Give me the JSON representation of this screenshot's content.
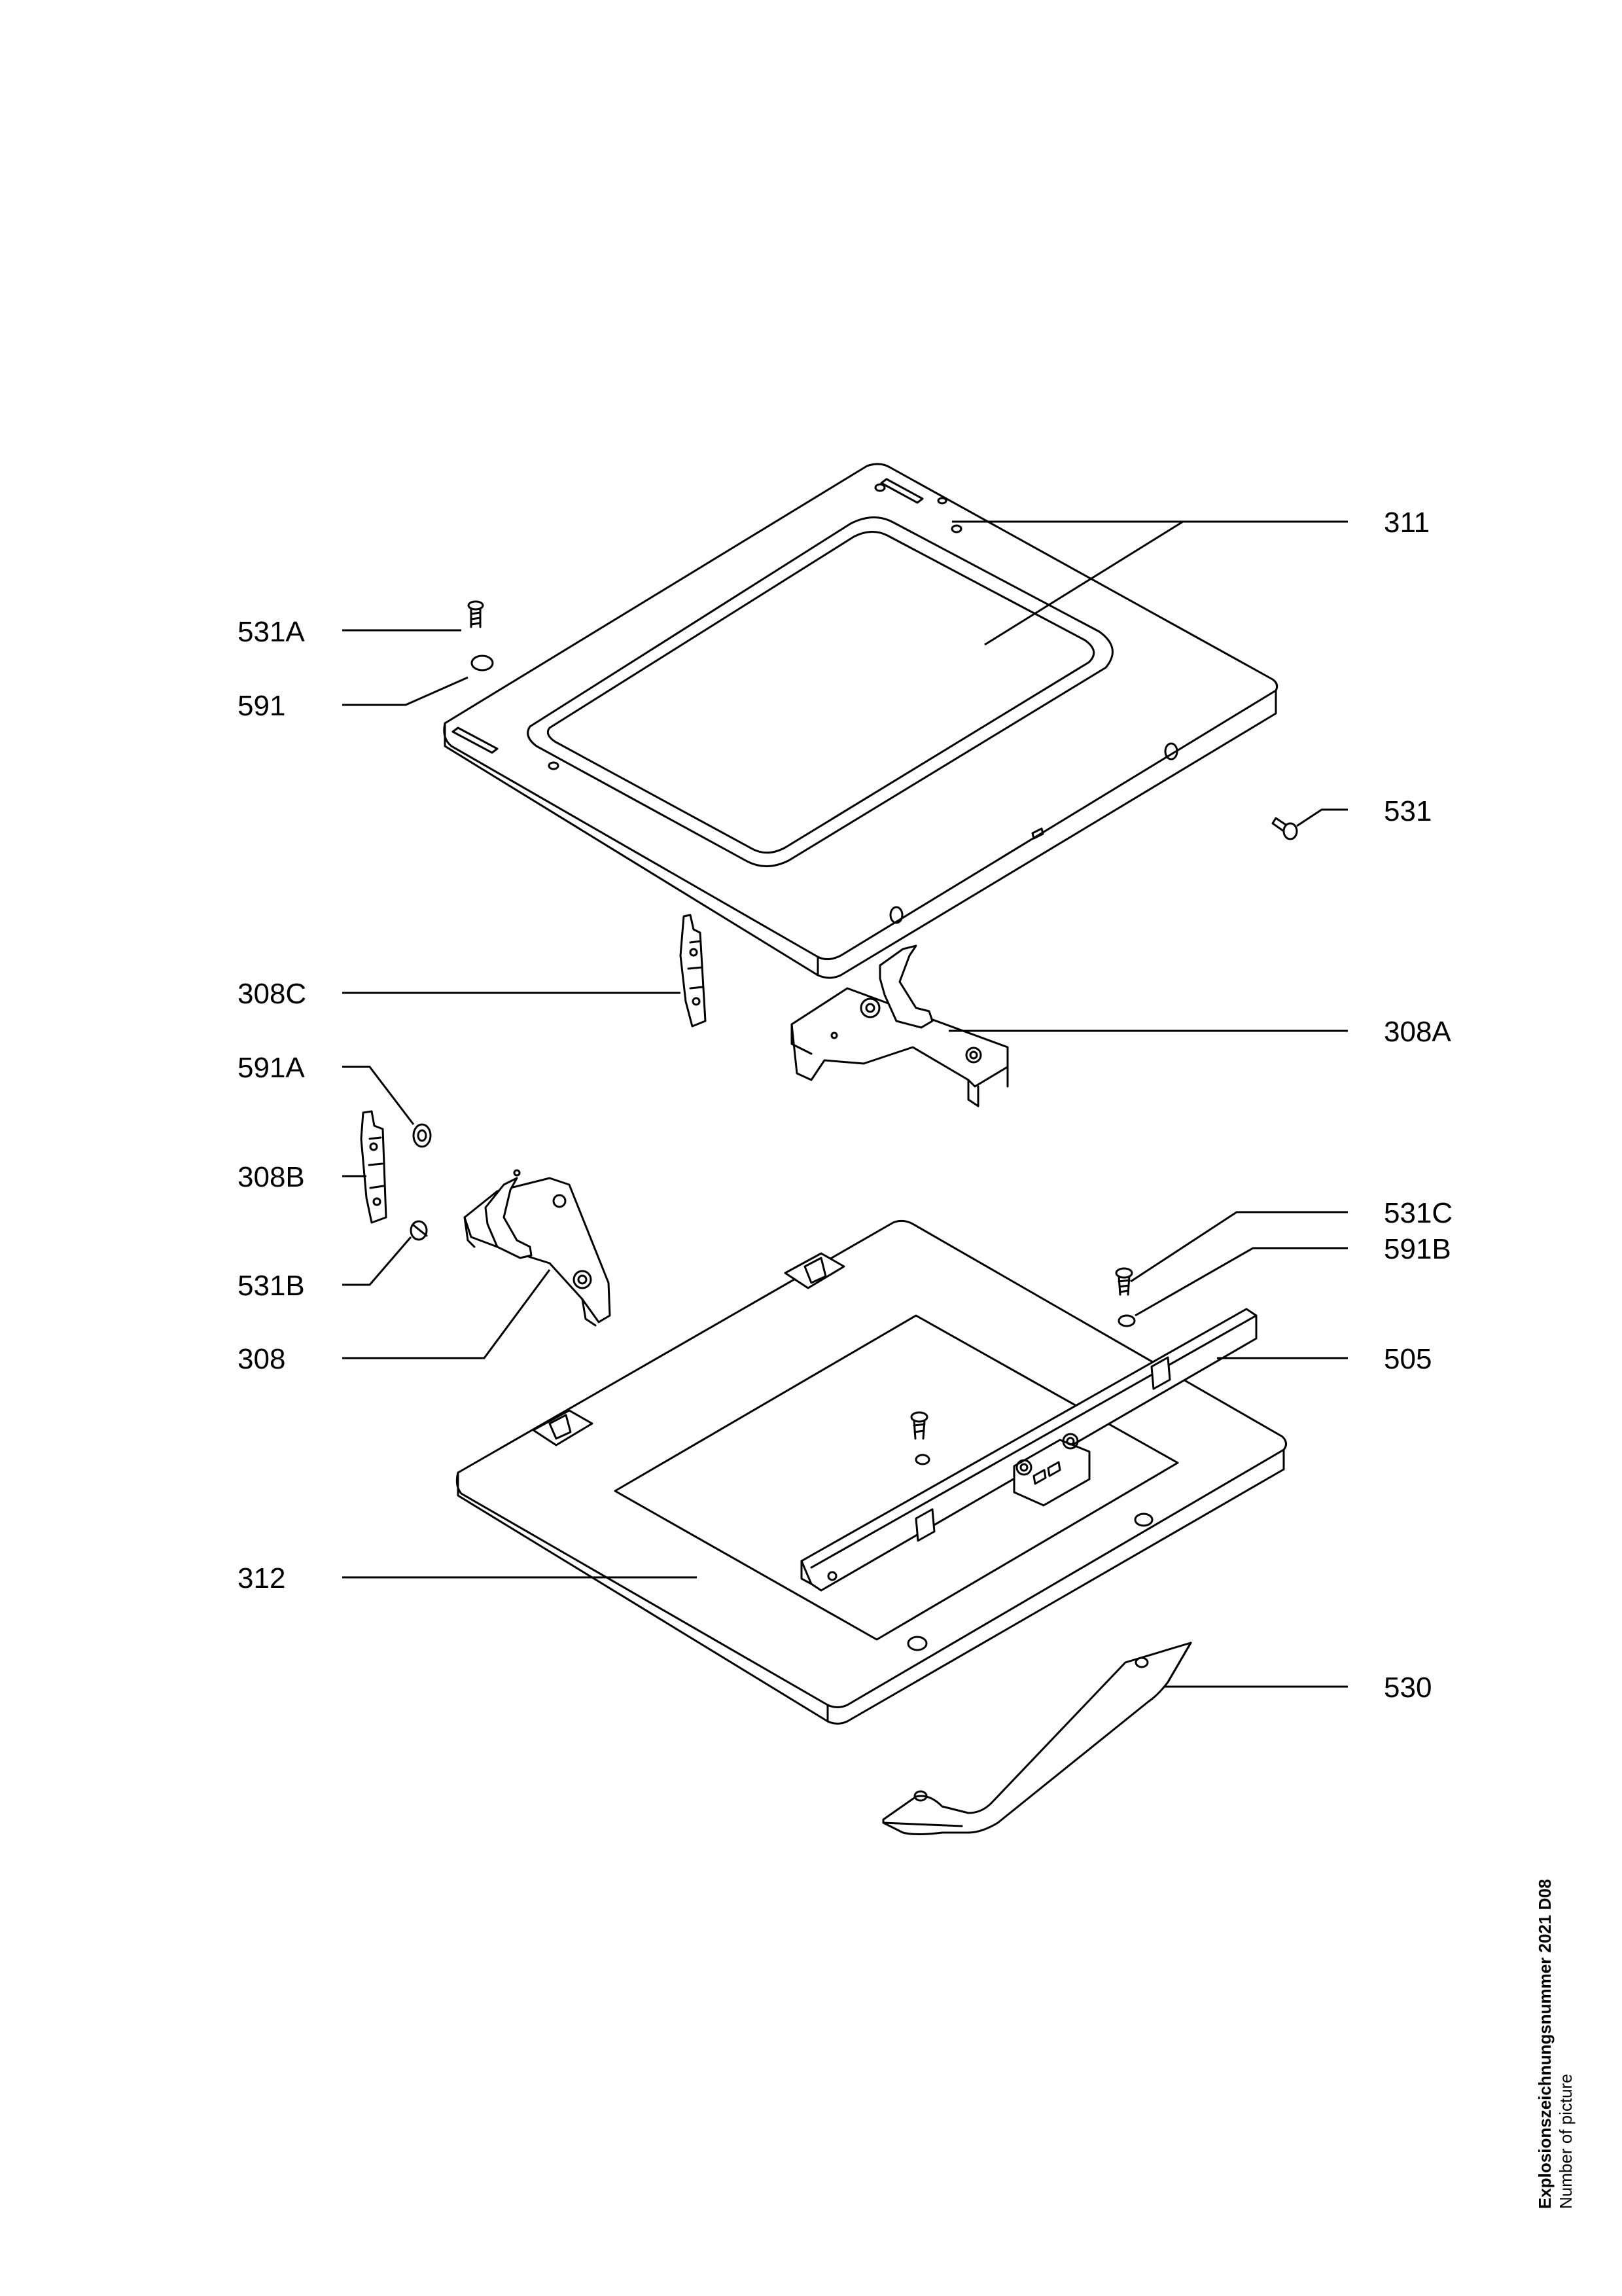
{
  "callouts": [
    {
      "id": "311",
      "label": "311"
    },
    {
      "id": "531A",
      "label": "531A"
    },
    {
      "id": "591",
      "label": "591"
    },
    {
      "id": "531",
      "label": "531"
    },
    {
      "id": "308C",
      "label": "308C"
    },
    {
      "id": "308A",
      "label": "308A"
    },
    {
      "id": "591A",
      "label": "591A"
    },
    {
      "id": "308B",
      "label": "308B"
    },
    {
      "id": "531C",
      "label": "531C"
    },
    {
      "id": "591B",
      "label": "591B"
    },
    {
      "id": "531B",
      "label": "531B"
    },
    {
      "id": "308",
      "label": "308"
    },
    {
      "id": "505",
      "label": "505"
    },
    {
      "id": "312",
      "label": "312"
    },
    {
      "id": "530",
      "label": "530"
    }
  ],
  "caption": {
    "main": "Explosionszeichnungsnummer 2021 D08",
    "sub": "Number of picture"
  }
}
